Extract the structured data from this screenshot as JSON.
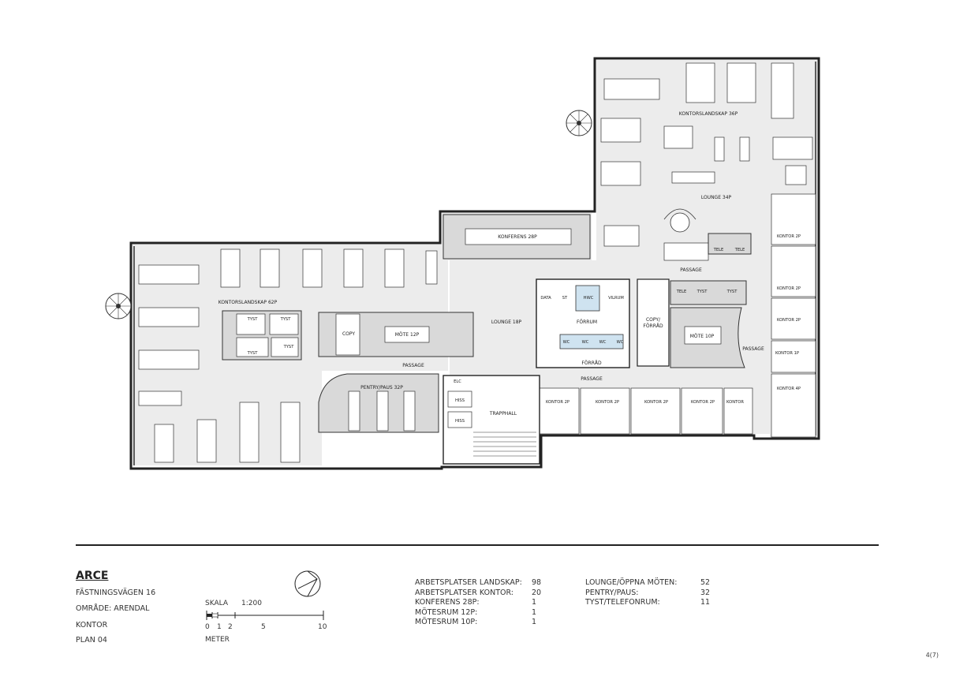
{
  "plan": {
    "rooms": {
      "kontorslandskap_36p": "KONTORSLANDSKAP 36P",
      "lounge_34p": "LOUNGE 34P",
      "konferens_28p": "KONFERENS 28P",
      "kontorslandskap_62p": "KONTORSLANDSKAP 62P",
      "tyst": "TYST",
      "copy": "COPY",
      "mote_12p": "MÖTE 12P",
      "lounge_18p": "LOUNGE 18P",
      "data": "DATA",
      "st": "ST",
      "hwc": "HWC",
      "vilrum": "VILRUM",
      "forrum": "FÖRRUM",
      "wc": "WC",
      "forrad": "FÖRRÅD",
      "copy_forrad_1": "COPY/",
      "copy_forrad_2": "FÖRRÅD",
      "tele": "TELE",
      "mote_10p": "MÖTE 10P",
      "passage": "PASSAGE",
      "pentry": "PENTRY/PAUS 32P",
      "elc": "ELC",
      "hiss": "HISS",
      "trapphall": "TRAPPHALL",
      "kontor_2p": "KONTOR 2P",
      "kontor_1p": "KONTOR 1P",
      "kontor_4p": "KONTOR 4P",
      "kontor": "KONTOR"
    }
  },
  "titleblock": {
    "company": "ARCE",
    "address": "FÄSTNINGSVÄGEN 16",
    "area": "OMRÅDE: ARENDAL",
    "type": "KONTOR",
    "floor": "PLAN 04",
    "scale_label": "SKALA",
    "scale_value": "1:200",
    "scale_ticks": [
      "0",
      "1",
      "2",
      "5",
      "10"
    ],
    "unit": "METER"
  },
  "stats_left": [
    {
      "label": "ARBETSPLATSER LANDSKAP:",
      "value": "98"
    },
    {
      "label": "ARBETSPLATSER KONTOR:",
      "value": "20"
    },
    {
      "label": "KONFERENS 28P:",
      "value": "1"
    },
    {
      "label": "MÖTESRUM 12P:",
      "value": "1"
    },
    {
      "label": "MÖTESRUM 10P:",
      "value": "1"
    }
  ],
  "stats_right": [
    {
      "label": "LOUNGE/ÖPPNA MÖTEN:",
      "value": "52"
    },
    {
      "label": "PENTRY/PAUS:",
      "value": "32"
    },
    {
      "label": "TYST/TELEFONRUM:",
      "value": "11"
    }
  ],
  "page_number": "4(7)"
}
